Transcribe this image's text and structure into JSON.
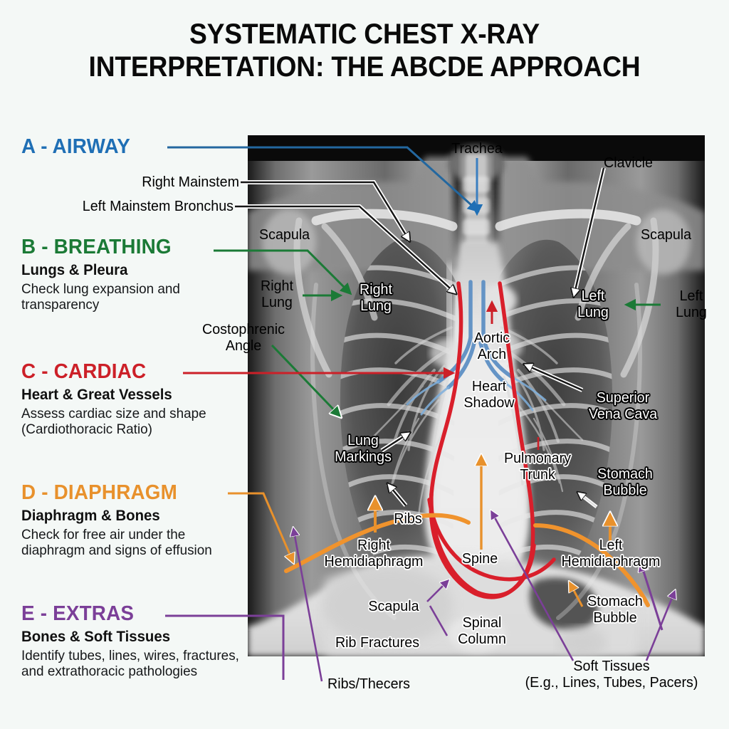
{
  "title": {
    "line1": "SYSTEMATIC CHEST X-RAY",
    "line2": "INTERPRETATION: THE ABCDE APPROACH"
  },
  "colors": {
    "airway": "#1f6fb5",
    "breathing": "#1b7a36",
    "cardiac": "#cc2028",
    "diaphragm": "#e8912c",
    "extras": "#7b3f98",
    "page_background": "#f4f8f6",
    "panel_background": "#050505",
    "label_dark": "#000000",
    "label_light": "#ffffff"
  },
  "sections": [
    {
      "key": "A",
      "heading": "A - AIRWAY",
      "color": "#1f6fb5",
      "subtitle": "",
      "description": ""
    },
    {
      "key": "B",
      "heading": "B - BREATHING",
      "color": "#1b7a36",
      "subtitle": "Lungs & Pleura",
      "description": "Check lung expansion and transparency"
    },
    {
      "key": "C",
      "heading": "C - CARDIAC",
      "color": "#cc2028",
      "subtitle": "Heart & Great Vessels",
      "description": "Assess cardiac size and shape (Cardiothoracic Ratio)"
    },
    {
      "key": "D",
      "heading": "D - DIAPHRAGM",
      "color": "#e8912c",
      "subtitle": "Diaphragm & Bones",
      "description": "Check for free air under the diaphragm and signs of effusion"
    },
    {
      "key": "E",
      "heading": "E - EXTRAS",
      "color": "#7b3f98",
      "subtitle": "Bones & Soft Tissues",
      "description": "Identify tubes, lines, wires, fractures, and extrathoracic pathologies"
    }
  ],
  "annotations": [
    {
      "id": "right-mainstem",
      "text": "Right Mainstem",
      "style": "dark"
    },
    {
      "id": "left-mainstem-bronchus",
      "text": "Left Mainstem Bronchus",
      "style": "dark"
    },
    {
      "id": "trachea",
      "text": "Trachea",
      "style": "dark"
    },
    {
      "id": "clavicle",
      "text": "Clavicle",
      "style": "dark"
    },
    {
      "id": "scapula-left-outer",
      "text": "Scapula",
      "style": "dark"
    },
    {
      "id": "scapula-right-outer",
      "text": "Scapula",
      "style": "dark"
    },
    {
      "id": "right-lung-outer",
      "text": "Right\nLung",
      "style": "dark"
    },
    {
      "id": "right-lung-inner",
      "text": "Right\nLung",
      "style": "halo"
    },
    {
      "id": "left-lung-inner",
      "text": "Left\nLung",
      "style": "halo"
    },
    {
      "id": "left-lung-outer",
      "text": "Left\nLung",
      "style": "dark"
    },
    {
      "id": "costophrenic-angle",
      "text": "Costophrenic\nAngle",
      "style": "dark"
    },
    {
      "id": "aortic-arch",
      "text": "Aortic\nArch",
      "style": "lightbg"
    },
    {
      "id": "heart-shadow",
      "text": "Heart\nShadow",
      "style": "lightbg"
    },
    {
      "id": "superior-vena-cava",
      "text": "Superior\nVena Cava",
      "style": "halo"
    },
    {
      "id": "lung-markings",
      "text": "Lung\nMarkings",
      "style": "halo"
    },
    {
      "id": "pulmonary-trunk",
      "text": "Pulmonary\nTrunk",
      "style": "lightbg"
    },
    {
      "id": "stomach-bubble-upper",
      "text": "Stomach\nBubble",
      "style": "halo"
    },
    {
      "id": "ribs",
      "text": "Ribs",
      "style": "lightbg"
    },
    {
      "id": "right-hemidiaphragm",
      "text": "Right\nHemidiaphragm",
      "style": "lightbg"
    },
    {
      "id": "spine",
      "text": "Spine",
      "style": "lightbg"
    },
    {
      "id": "left-hemidiaphragm",
      "text": "Left\nHemidiaphragm",
      "style": "lightbg"
    },
    {
      "id": "stomach-bubble-lower",
      "text": "Stomach\nBubble",
      "style": "lightbg"
    },
    {
      "id": "scapula-lower",
      "text": "Scapula",
      "style": "lightbg"
    },
    {
      "id": "spinal-column",
      "text": "Spinal\nColumn",
      "style": "lightbg"
    },
    {
      "id": "rib-fractures",
      "text": "Rib Fractures",
      "style": "lightbg"
    },
    {
      "id": "ribs-thecers",
      "text": "Ribs/Thecers",
      "style": "dark"
    },
    {
      "id": "soft-tissues",
      "text": "Soft Tissues\n(E.g., Lines, Tubes, Pacers)",
      "style": "dark"
    }
  ],
  "labels": {
    "right_mainstem": "Right Mainstem",
    "left_mainstem_bronchus": "Left Mainstem Bronchus",
    "trachea": "Trachea",
    "clavicle": "Clavicle",
    "scapula": "Scapula",
    "right_lung_l1": "Right",
    "right_lung_l2": "Lung",
    "left_lung_l1": "Left",
    "left_lung_l2": "Lung",
    "costophrenic_l1": "Costophrenic",
    "costophrenic_l2": "Angle",
    "aortic_l1": "Aortic",
    "aortic_l2": "Arch",
    "heart_l1": "Heart",
    "heart_l2": "Shadow",
    "svc_l1": "Superior",
    "svc_l2": "Vena Cava",
    "lungmark_l1": "Lung",
    "lungmark_l2": "Markings",
    "pulm_l1": "Pulmonary",
    "pulm_l2": "Trunk",
    "stomach_l1": "Stomach",
    "stomach_l2": "Bubble",
    "ribs": "Ribs",
    "right_hemi_l1": "Right",
    "right_hemi_l2": "Hemidiaphragm",
    "spine": "Spine",
    "left_hemi_l1": "Left",
    "left_hemi_l2": "Hemidiaphragm",
    "scapula_lower": "Scapula",
    "spinal_l1": "Spinal",
    "spinal_l2": "Column",
    "rib_fractures": "Rib Fractures",
    "ribs_thecers": "Ribs/Thecers",
    "soft_l1": "Soft Tissues",
    "soft_l2": "(E.g., Lines, Tubes, Pacers)"
  }
}
